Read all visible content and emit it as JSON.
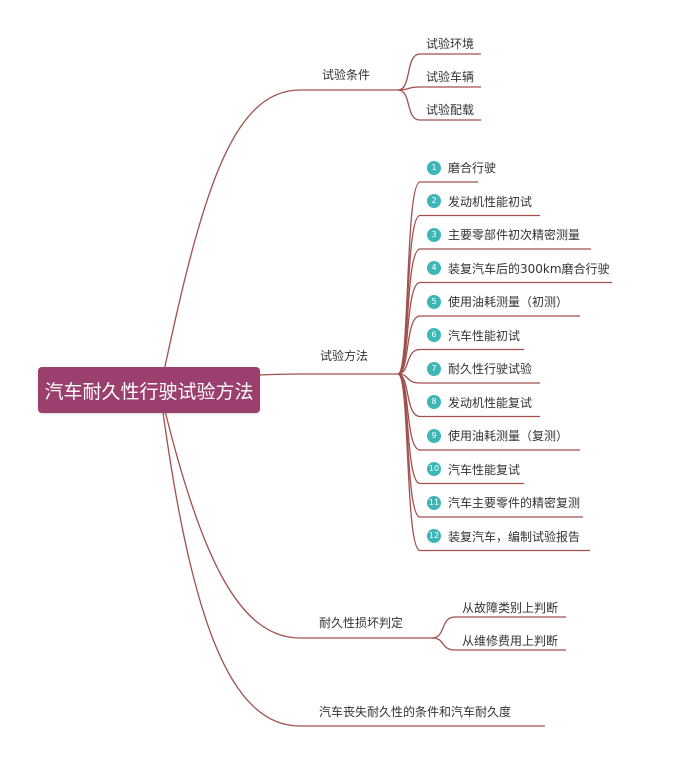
{
  "colors": {
    "root_fill": "#9b3f6e",
    "connector": "#a0504d",
    "step_badge": "#3fb6b6"
  },
  "root": {
    "title": "汽车耐久性行驶试验方法"
  },
  "branches": {
    "conditions": {
      "label": "试验条件",
      "children": [
        "试验环境",
        "试验车辆",
        "试验配载"
      ]
    },
    "method": {
      "label": "试验方法",
      "steps": [
        {
          "num": "1",
          "label": "磨合行驶"
        },
        {
          "num": "2",
          "label": "发动机性能初试"
        },
        {
          "num": "3",
          "label": "主要零部件初次精密测量"
        },
        {
          "num": "4",
          "label": "装复汽车后的300km磨合行驶"
        },
        {
          "num": "5",
          "label": "使用油耗测量（初测）"
        },
        {
          "num": "6",
          "label": "汽车性能初试"
        },
        {
          "num": "7",
          "label": "耐久性行驶试验"
        },
        {
          "num": "8",
          "label": "发动机性能复试"
        },
        {
          "num": "9",
          "label": "使用油耗测量（复测）"
        },
        {
          "num": "10",
          "label": "汽车性能复试"
        },
        {
          "num": "11",
          "label": "汽车主要零件的精密复测"
        },
        {
          "num": "12",
          "label": "装复汽车，编制试验报告"
        }
      ]
    },
    "damage": {
      "label": "耐久性损坏判定",
      "children": [
        "从故障类别上判断",
        "从维修费用上判断"
      ]
    },
    "loss": {
      "label": "汽车丧失耐久性的条件和汽车耐久度"
    }
  }
}
